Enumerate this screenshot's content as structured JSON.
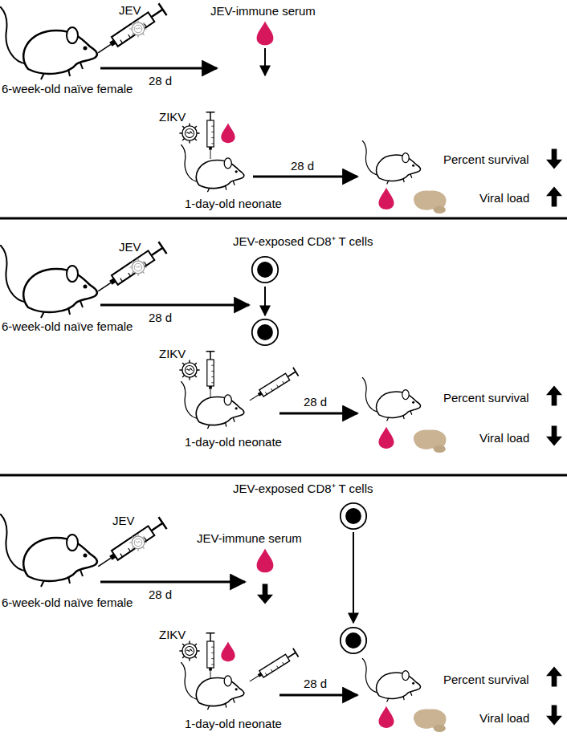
{
  "diagram": {
    "labels": [
      "JEV",
      "JEV-immune serum",
      "6-week-old naïve female",
      "28 d",
      "ZIKV",
      "28 d",
      "Percent survival",
      "1-day-old neonate",
      "Viral load",
      "JEV",
      "JEV-exposed CD8⁺ T cells",
      "6-week-old naïve female",
      "28 d",
      "ZIKV",
      "28 d",
      "Percent survival",
      "1-day-old neonate",
      "Viral load",
      "JEV-exposed CD8⁺ T cells",
      "JEV",
      "JEV-immune serum",
      "6-week-old naïve female",
      "28 d",
      "ZIKV",
      "28 d",
      "Percent survival",
      "1-day-old neonate",
      "Viral load"
    ]
  }
}
